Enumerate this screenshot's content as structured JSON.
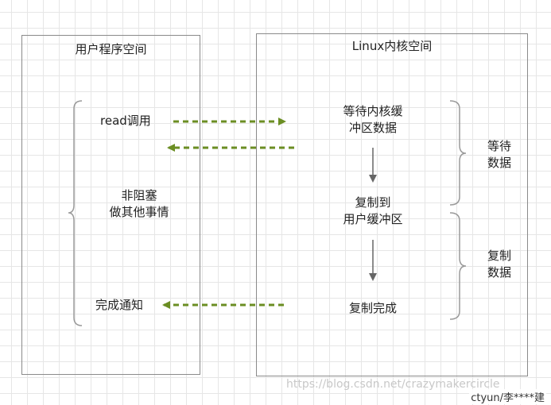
{
  "user_space": {
    "title": "用户程序空间",
    "read_call": "read调用",
    "nonblock": "非阻塞\n做其他事情",
    "complete": "完成通知"
  },
  "kernel_space": {
    "title": "Linux内核空间",
    "wait_data": "等待内核缓\n冲区数据",
    "copy_to_user": "复制到\n用户缓冲区",
    "copy_done": "复制完成"
  },
  "phases": {
    "wait": "等待\n数据",
    "copy": "复制\n数据"
  },
  "colors": {
    "arrow_green": "#6b8e23",
    "border_gray": "#8a8a8a",
    "arrow_gray": "#666666"
  },
  "footer": {
    "watermark": "https://blog.csdn.net/crazymakercircle",
    "credit": "ctyun/李****建"
  }
}
